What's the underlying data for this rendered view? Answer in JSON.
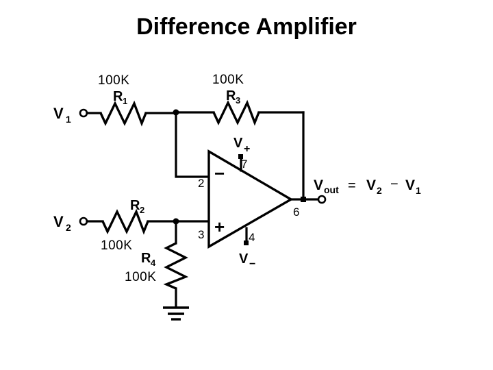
{
  "slide": {
    "title": "Difference Amplifier",
    "background_color": "#ffffff",
    "ink_color": "#000000"
  },
  "circuit": {
    "type": "op-amp difference amplifier",
    "sources": [
      {
        "id": "v1",
        "label": "V",
        "subscript": "1",
        "terminal": "open-circle"
      },
      {
        "id": "v2",
        "label": "V",
        "subscript": "2",
        "terminal": "open-circle"
      }
    ],
    "resistors": [
      {
        "id": "r1",
        "ref": "R",
        "subscript": "1",
        "value": "100K",
        "orientation": "horizontal",
        "value_position": "above"
      },
      {
        "id": "r2",
        "ref": "R",
        "subscript": "2",
        "value": "100K",
        "orientation": "horizontal",
        "value_position": "below"
      },
      {
        "id": "r3",
        "ref": "R",
        "subscript": "3",
        "value": "100K",
        "orientation": "horizontal",
        "value_position": "above"
      },
      {
        "id": "r4",
        "ref": "R",
        "subscript": "4",
        "value": "100K",
        "orientation": "vertical",
        "value_position": "left"
      }
    ],
    "opamp": {
      "shape": "triangle",
      "inverting_sign": "−",
      "noninverting_sign": "+",
      "pins": [
        {
          "number": "2",
          "function": "inverting input"
        },
        {
          "number": "3",
          "function": "non-inverting input"
        },
        {
          "number": "4",
          "function": "negative supply"
        },
        {
          "number": "6",
          "function": "output"
        },
        {
          "number": "7",
          "function": "positive supply"
        }
      ],
      "supply_positive": {
        "label": "V",
        "subscript": "+"
      },
      "supply_negative": {
        "label": "V",
        "subscript": "−"
      }
    },
    "ground": {
      "symbol": "earth-ground",
      "bars": 3
    },
    "output": {
      "terminal": "open-circle",
      "equation": {
        "lhs": "V",
        "lhs_subscript": "out",
        "equals": "=",
        "term1": "V",
        "term1_subscript": "2",
        "operator": "−",
        "term2": "V",
        "term2_subscript": "1"
      }
    }
  }
}
